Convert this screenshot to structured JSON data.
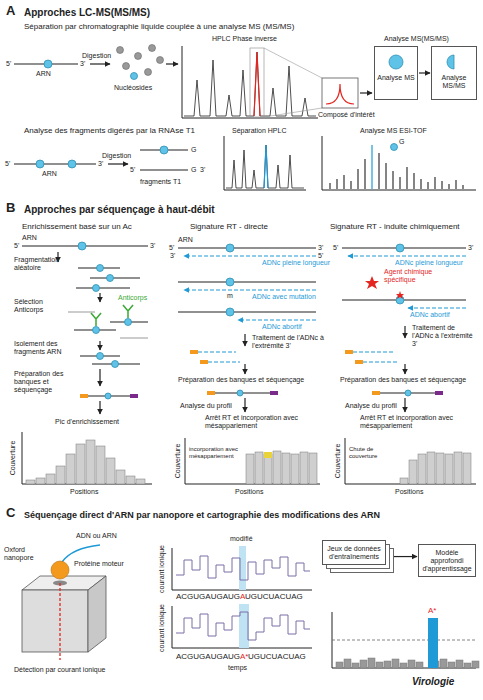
{
  "diagram": {
    "nodes": [
      {
        "text": [
          "Analyse MS"
        ]
      },
      {
        "text": [
          "Analyse MS/MS"
        ]
      },
      {
        "text": [
          "Jeux de données d'entraînements"
        ]
      },
      {
        "text": [
          "Modèle approfondi d'apprentissage"
        ]
      }
    ],
    "edges": [
      {
        "from": 0,
        "to": 1,
        "arrow": "to"
      },
      {
        "from": 2,
        "to": 3,
        "arrow": "to"
      }
    ],
    "labels": [
      "A",
      "Approches LC-MS(MS/MS)",
      "Séparation par chromatographie liquide couplée à une analyse MS (MS/MS)",
      "Digestion",
      "5'",
      "3'",
      "ARN",
      "Nucléosides",
      "HPLC Phase inverse",
      "Analyse MS(MS/MS)",
      "Composé d'intérêt",
      "Analyse des fragments digérés par la RNAse T1",
      "Digestion",
      "5'",
      "3'",
      "ARN",
      "G",
      "5'",
      "G",
      "fragments T1",
      "3'",
      "Séparation HPLC",
      "Analyse MS ESI-TOF",
      "G",
      "B",
      "Approches par séquençage à haut-débit",
      "Enrichissement basé sur un Ac",
      "Signature RT - directe",
      "Signature RT - induite chimiquement",
      "ARN",
      "5'",
      "3'",
      "Fragmentation aléatoire",
      "Sélection Anticorps",
      "Anticorps",
      "Isolement des fragments ARN",
      "Préparation des banques et séquençage",
      "Pic d'enrichissement",
      "Couverture",
      "Positions",
      "ARN",
      "5'",
      "3'",
      "3'",
      "5'",
      "ADNc pleine longueur",
      "m",
      "ADNc avec mutation",
      "ADNc abortif",
      "Traitement de l'ADNc à l'extrémité 3'",
      "Préparation des banques et séquençage",
      "Analyse du profil",
      "Arrêt RT et incorporation avec mésappariement",
      "incorporation avec mésappariement",
      "Couverture",
      "Positions",
      "5'",
      "3'",
      "ADNc pleine longueur",
      "Agent chimique spécifique",
      "ADNc abortif",
      "Traitement de l'ADNc à l'extrémité 3'",
      "Préparation des banques et séquençage",
      "Analyse du profil",
      "Arrêt RT et incorporation avec mésappariement",
      "Chute de couverture",
      "Couverture",
      "Positions",
      "C",
      "Séquençage direct d'ARN par nanopore et cartographie des modifications des ARN",
      "Oxford nanopore",
      "ADN ou ARN",
      "Protéine moteur",
      "Détection par courant ionique",
      "modifié",
      "courant ionique",
      "ACGUGAUGAUG",
      "A",
      "UGUCUACUAG",
      "courant ionique",
      "temps",
      "ACGUGAUGAUG",
      "A*",
      "UGUCUACUAG",
      "A*",
      "Virologie"
    ]
  }
}
